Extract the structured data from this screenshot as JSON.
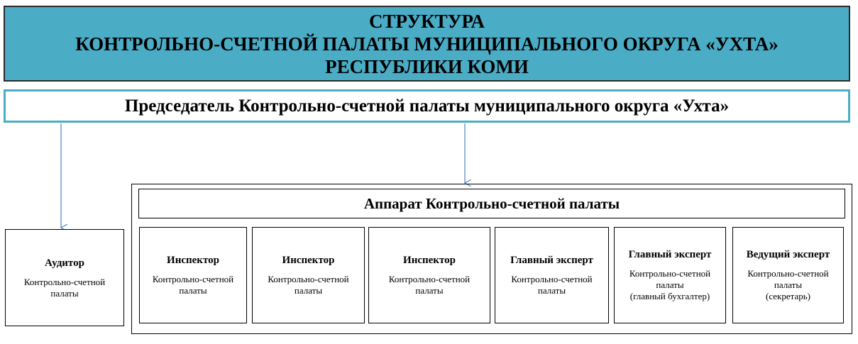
{
  "title": {
    "line1": "СТРУКТУРА",
    "line2": "КОНТРОЛЬНО-СЧЕТНОЙ ПАЛАТЫ МУНИЦИПАЛЬНОГО ОКРУГА «УХТА»",
    "line3": "РЕСПУБЛИКИ КОМИ"
  },
  "chairman": "Председатель Контрольно-счетной палаты муниципального округа «Ухта»",
  "apparatus": {
    "title": "Аппарат Контрольно-счетной палаты"
  },
  "auditor": {
    "role": "Аудитор",
    "sub1": "Контрольно-счетной",
    "sub2": "палаты"
  },
  "staff": [
    {
      "role": "Инспектор",
      "sub1": "Контрольно-счетной",
      "sub2": "палаты",
      "sub3": ""
    },
    {
      "role": "Инспектор",
      "sub1": "Контрольно-счетной",
      "sub2": "палаты",
      "sub3": ""
    },
    {
      "role": "Инспектор",
      "sub1": "Контрольно-счетной",
      "sub2": "палаты",
      "sub3": ""
    },
    {
      "role": "Главный эксперт",
      "sub1": "Контрольно-счетной",
      "sub2": "палаты",
      "sub3": ""
    },
    {
      "role": "Главный эксперт",
      "sub1": "Контрольно-счетной",
      "sub2": "палаты",
      "sub3": "(главный бухгалтер)"
    },
    {
      "role": "Ведущий эксперт",
      "sub1": "Контрольно-счетной",
      "sub2": "палаты",
      "sub3": "(секретарь)"
    }
  ],
  "colors": {
    "title_fill": "#4bacc6",
    "chair_border": "#4bacc6",
    "arrow": "#4f81bd"
  }
}
